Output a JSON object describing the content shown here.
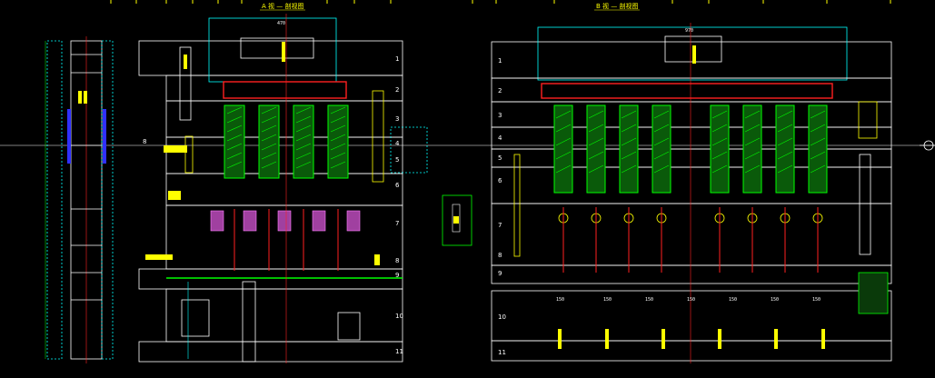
{
  "drawing": {
    "background": "#000000",
    "colors": {
      "frame": "#ffffff",
      "cyan": "#00ffff",
      "green": "#00ff00",
      "red": "#ff2020",
      "yellow": "#ffff00",
      "magenta": "#c060c0",
      "blue": "#3030ff"
    },
    "view_left_title": "A 视 — 剖视图",
    "view_right_title": "B 视 — 剖视图",
    "left_plate_labels": [
      "1",
      "2",
      "3",
      "4",
      "5",
      "6",
      "7",
      "8",
      "9",
      "10",
      "11"
    ],
    "right_plate_labels": [
      "1",
      "2",
      "3",
      "4",
      "5",
      "6",
      "7",
      "8",
      "9",
      "10",
      "11"
    ],
    "left_extra_label": "8",
    "right_bottom_dims": [
      "150",
      "150",
      "150",
      "150",
      "150",
      "150",
      "150"
    ],
    "left_top_dim": "470",
    "right_top_dim": "970"
  }
}
